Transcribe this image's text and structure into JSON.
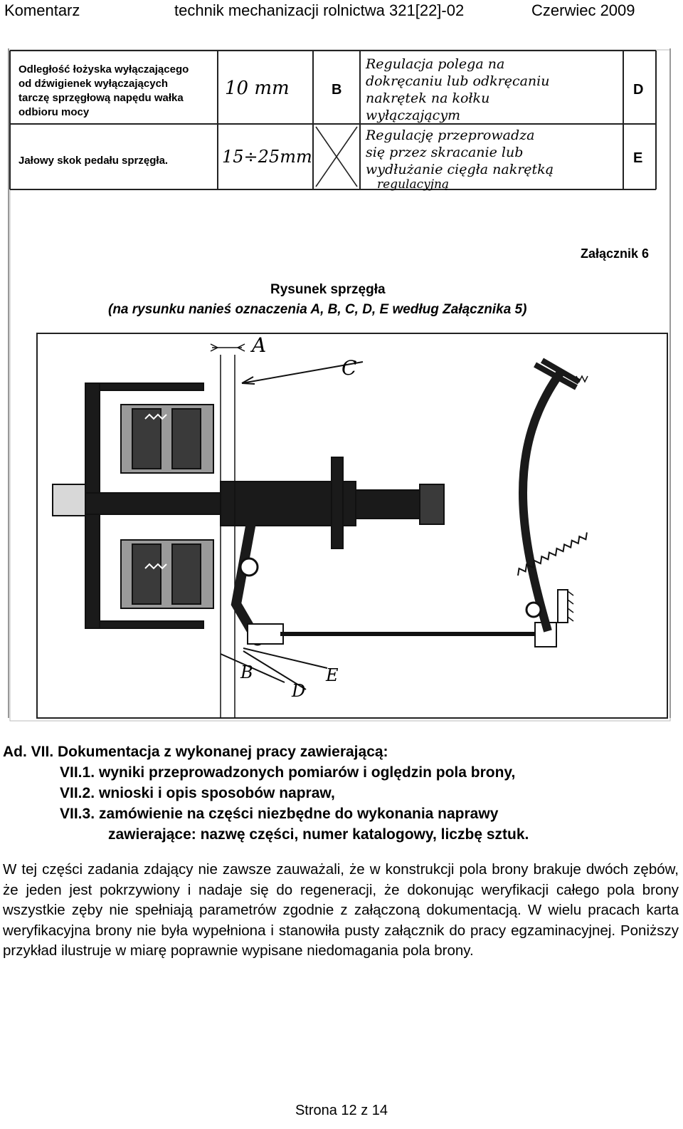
{
  "header": {
    "left": "Komentarz",
    "center": "technik mechanizacji rolnictwa 321[22]-02",
    "right": "Czerwiec 2009"
  },
  "table": {
    "rows": [
      {
        "label_lines": [
          "Odległość łożyska wyłączającego",
          "od dźwigienek wyłączających",
          "tarczę sprzęgłową napędu wałka",
          "odbioru mocy"
        ],
        "value": "10 mm",
        "mark": "B",
        "note_lines": [
          "Regulacja polega na",
          "dokręcaniu lub odkręcaniu",
          "nakrętek na kołku",
          "wyłączającym"
        ],
        "code": "D"
      },
      {
        "label_lines": [
          "Jałowy skok pedału sprzęgła."
        ],
        "value": "15÷25mm",
        "mark": "",
        "note_lines": [
          "Regulację przeprowadza",
          "się przez skracanie lub",
          "wydłużanie cięgła nakrętką",
          "regulacyjną"
        ],
        "code": "E"
      }
    ]
  },
  "attachment": {
    "label": "Załącznik 6",
    "title": "Rysunek sprzęgła",
    "subtitle": "(na rysunku nanieś oznaczenia A, B, C, D, E według Załącznika 5)"
  },
  "drawing_labels": {
    "a": "A",
    "b": "B",
    "c": "C",
    "d": "D",
    "e": "E"
  },
  "ad": {
    "heading": "Ad. VII. Dokumentacja z wykonanej pracy zawierającą:",
    "items": [
      {
        "num": "VII.1.",
        "text": "wyniki przeprowadzonych pomiarów i oględzin pola brony,"
      },
      {
        "num": "VII.2.",
        "text": "wnioski i opis sposobów napraw,"
      },
      {
        "num": "VII.3.",
        "text": "zamówienie na części niezbędne do wykonania naprawy"
      }
    ],
    "continuation": "zawierające: nazwę części, numer katalogowy, liczbę sztuk."
  },
  "paragraph": "W tej części zadania zdający nie zawsze zauważali, że w konstrukcji pola brony brakuje dwóch zębów, że jeden jest pokrzywiony i nadaje się do regeneracji, że dokonując weryfikacji całego pola brony wszystkie zęby nie spełniają parametrów zgodnie z załączoną dokumentacją. W wielu pracach karta weryfikacyjna brony nie była wypełniona i stanowiła pusty załącznik do pracy egzaminacyjnej. Poniższy przykład ilustruje w miarę poprawnie wypisane niedomagania pola brony.",
  "footer": "Strona 12 z 14"
}
